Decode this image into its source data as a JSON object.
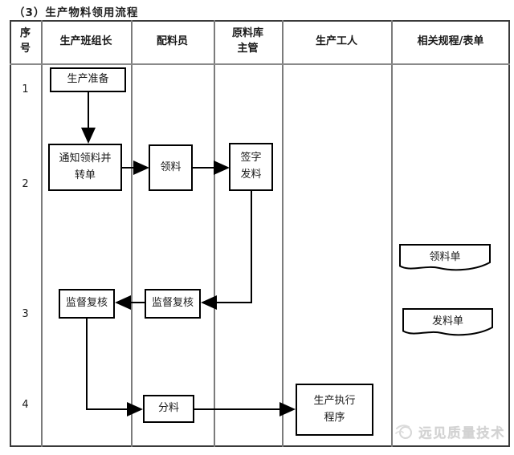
{
  "title": "（3）生产物料领用流程",
  "table": {
    "headers": [
      "序\n号",
      "生产班组长",
      "配料员",
      "原料库\n主管",
      "生产工人",
      "相关规程/表单"
    ],
    "row_numbers": [
      "1",
      "2",
      "3",
      "4"
    ]
  },
  "flow": {
    "production_prep": "生产准备",
    "notify_transfer": "通知领料并\n转单",
    "pick_material": "领料",
    "sign_issue": "签字\n发料",
    "supervise_review_leader": "监督复核",
    "supervise_review_mixer": "监督复核",
    "distribute": "分料",
    "production_execution": "生产执行\n程序"
  },
  "forms": {
    "picking_form": "领料单",
    "issue_form": "发料单"
  },
  "watermark": {
    "text": "远见质量技术"
  },
  "colors": {
    "grid_line": "#7b7b7b",
    "outer_border": "#3a3a3a",
    "box_border": "#000000",
    "arrow": "#000000",
    "watermark_text": "#d2d2d2"
  }
}
